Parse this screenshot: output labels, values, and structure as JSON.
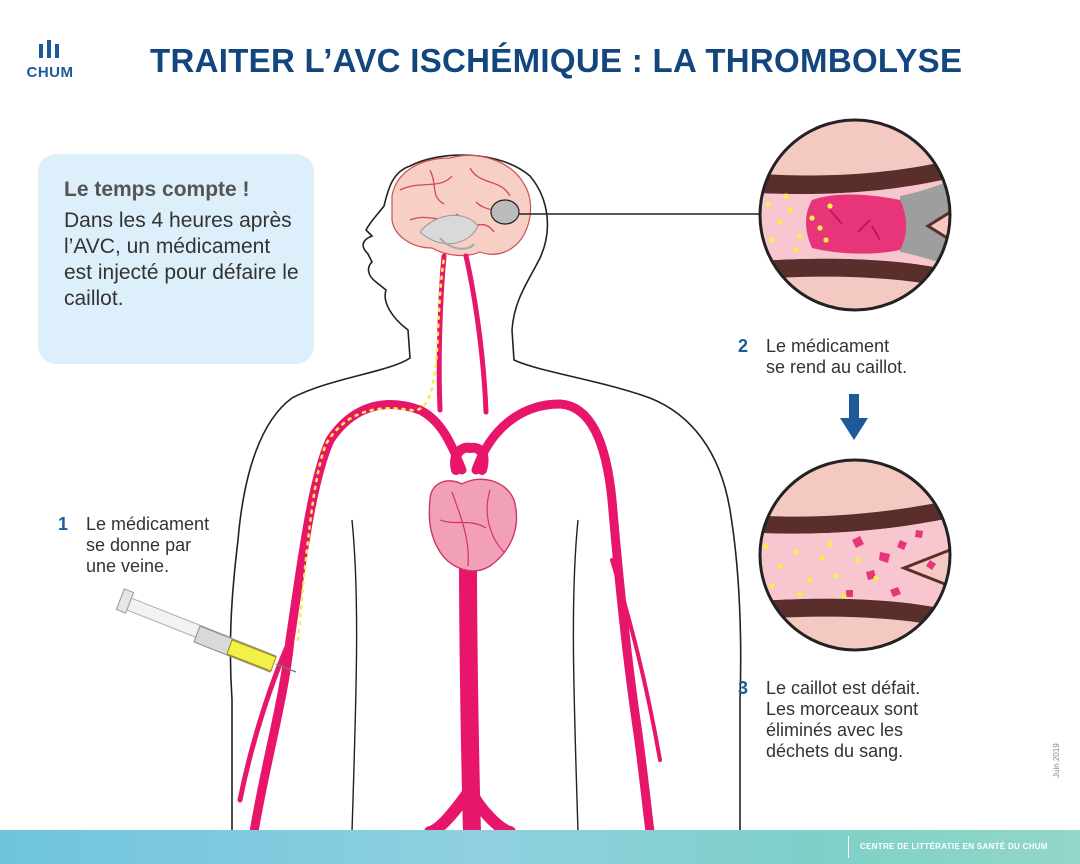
{
  "header": {
    "logo_text": "CHUM",
    "title": "TRAITER L’AVC ISCHÉMIQUE : LA THROMBOLYSE"
  },
  "info_box": {
    "heading": "Le temps compte !",
    "body": "Dans les 4 heures après l’AVC, un médicament est injecté pour défaire le caillot."
  },
  "steps": [
    {
      "number": "1",
      "text": "Le médicament\nse donne par\nune veine."
    },
    {
      "number": "2",
      "text": "Le médicament\nse rend au caillot."
    },
    {
      "number": "3",
      "text": "Le caillot est défait.\nLes morceaux sont\néliminés avec les\ndéchets du sang."
    }
  ],
  "footer": {
    "organization": "CENTRE DE LITTÉRATIE EN SANTÉ DU CHUM",
    "date": "Juin 2019"
  },
  "colors": {
    "title": "#13467f",
    "accent": "#1c5a99",
    "artery": "#e8166a",
    "vessel_wall": "#5a2e2a",
    "vessel_inner": "#f3c6c8",
    "medication": "#f4f04a",
    "clot": "#e8357a",
    "info_box": "#dceffa"
  },
  "icons": [
    "syringe-icon",
    "down-arrow-icon",
    "chum-logo-icon"
  ]
}
